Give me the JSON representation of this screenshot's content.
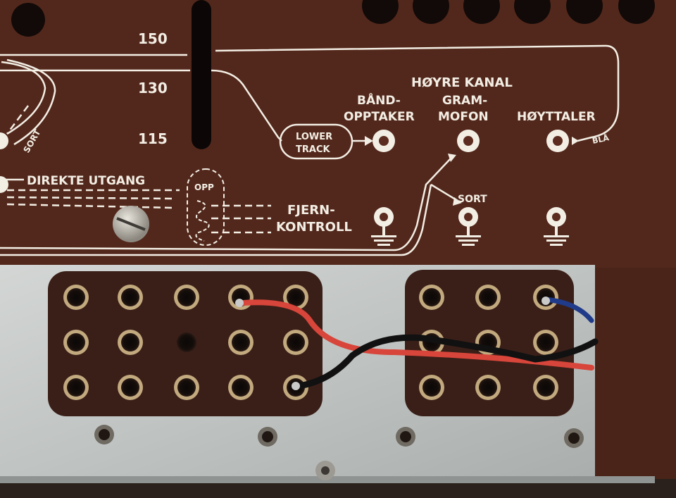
{
  "panel": {
    "scale_150": "150",
    "scale_130": "130",
    "scale_115": "115",
    "hoyre_kanal": "HØYRE KANAL",
    "bandopptaker_1": "BÅND-",
    "bandopptaker_2": "OPPTAKER",
    "grammofon_1": "GRAM-",
    "grammofon_2": "MOFON",
    "hoyttaler": "HØYTTALER",
    "bla": "BLÅ",
    "lower_track_1": "LOWER",
    "lower_track_2": "TRACK",
    "sort_left": "SORT",
    "sort_right": "SORT",
    "direkte_utgang": "DIREKTE UTGANG",
    "opp": "OPP",
    "fjernkontroll_1": "FJERN-",
    "fjernkontroll_2": "KONTROLL"
  },
  "colors": {
    "panel_brown": "#5b2c1f",
    "label_white": "#f3eee4",
    "chassis_metal": "#c4c8c6",
    "socket_board": "#3a1f18",
    "wire_red": "#d8453a",
    "wire_black": "#111111",
    "wire_blue": "#1f3b8a"
  },
  "icons": {
    "terminal": "ring-terminal-icon",
    "ground": "ground-terminal-icon",
    "screw": "slotted-screw-icon"
  }
}
